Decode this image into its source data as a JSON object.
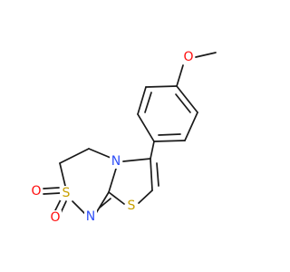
{
  "molecule": {
    "atoms": {
      "O_methoxy": {
        "label": "O",
        "color": "#ff0d0d"
      },
      "N_ring": {
        "label": "N",
        "color": "#3050f8"
      },
      "N_imine": {
        "label": "N",
        "color": "#3050f8"
      },
      "S_sulfonyl": {
        "label": "S",
        "color": "#c8a000"
      },
      "S_thiazole": {
        "label": "S",
        "color": "#c8a000"
      },
      "O_sulfonyl_1": {
        "label": "O",
        "color": "#ff0d0d"
      },
      "O_sulfonyl_2": {
        "label": "O",
        "color": "#ff0d0d"
      }
    },
    "bond_color": "#1a1a1a"
  }
}
